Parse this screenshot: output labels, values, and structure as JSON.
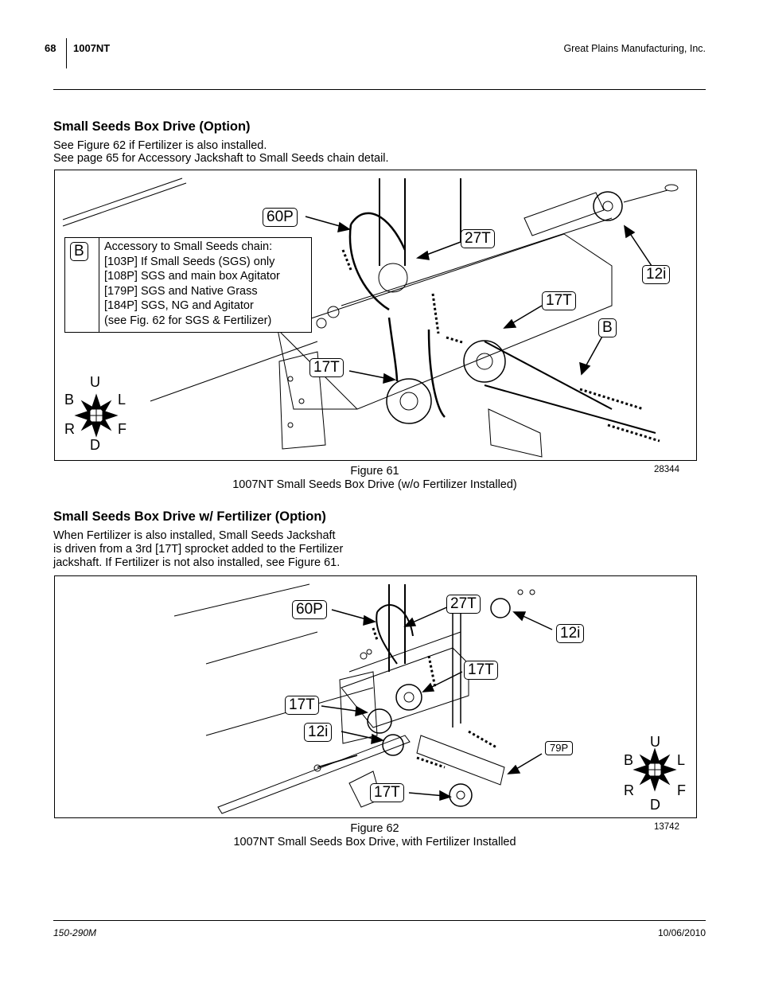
{
  "header": {
    "page_number": "68",
    "model": "1007NT",
    "company": "Great Plains Manufacturing, Inc."
  },
  "section1": {
    "title": "Small Seeds Box Drive (Option)",
    "lines": [
      "See Figure 62 if Fertilizer is also installed.",
      "See page 65 for Accessory Jackshaft to Small Seeds chain detail."
    ]
  },
  "figure61": {
    "callouts": {
      "p60": "60P",
      "t27": "27T",
      "i12": "12i",
      "t17_upper": "17T",
      "b": "B",
      "t17_lower": "17T"
    },
    "legend": {
      "key": "B",
      "lines": [
        "Accessory to Small Seeds chain:",
        "[103P] If Small Seeds (SGS) only",
        "[108P] SGS and main box Agitator",
        "[179P] SGS and Native Grass",
        "[184P] SGS, NG and Agitator",
        "(see Fig. 62 for SGS & Fertilizer)"
      ]
    },
    "compass": {
      "up": "U",
      "back": "B",
      "left": "L",
      "rear": "R",
      "front": "F",
      "down": "D"
    },
    "caption_label": "Figure 61",
    "caption_text": "1007NT Small Seeds Box Drive (w/o Fertilizer Installed)",
    "image_number": "28344"
  },
  "section2": {
    "title": "Small Seeds Box Drive w/ Fertilizer (Option)",
    "lines": [
      "When Fertilizer is also installed, Small Seeds Jackshaft",
      "is driven from a 3rd [17T] sprocket added to the Fertilizer",
      "jackshaft. If Fertilizer is not also installed, see Figure 61."
    ]
  },
  "figure62": {
    "callouts": {
      "p60": "60P",
      "t27": "27T",
      "i12_upper": "12i",
      "t17_right": "17T",
      "t17_left": "17T",
      "i12_lower": "12i",
      "p79": "79P",
      "t17_bottom": "17T"
    },
    "compass": {
      "up": "U",
      "back": "B",
      "left": "L",
      "rear": "R",
      "front": "F",
      "down": "D"
    },
    "caption_label": "Figure 62",
    "caption_text": "1007NT Small Seeds Box Drive, with Fertilizer Installed",
    "image_number": "13742"
  },
  "footer": {
    "doc_number": "150-290M",
    "date": "10/06/2010"
  }
}
